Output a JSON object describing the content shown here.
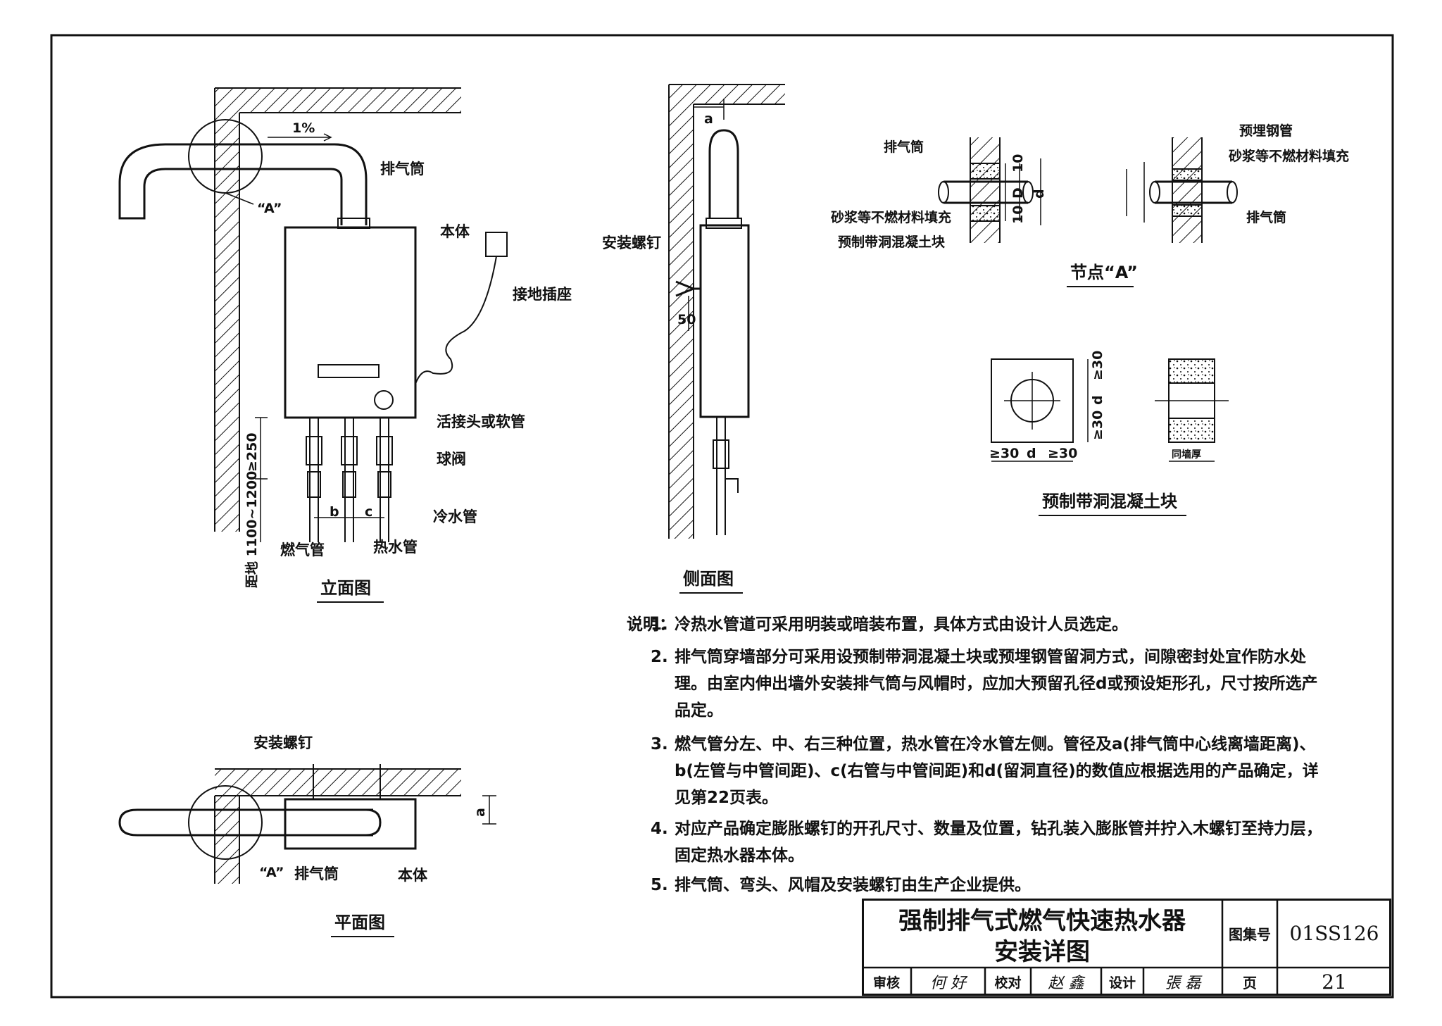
{
  "elevation": {
    "label_exhaust": "排气筒",
    "label_body": "本体",
    "label_socket": "接地插座",
    "label_union": "活接头或软管",
    "label_valve": "球阀",
    "label_cold": "冷水管",
    "label_hot": "热水管",
    "label_gas": "燃气管",
    "label_slope": "1%",
    "label_node": "“A”",
    "dim_height": "≥250",
    "dim_floor": "距地 1100~1200",
    "dim_b": "b",
    "dim_c": "c",
    "caption": "立面图"
  },
  "side": {
    "label_screw": "安装螺钉",
    "dim_a": "a",
    "dim_50": "50",
    "caption": "侧面图"
  },
  "node": {
    "label_exhaust": "排气筒",
    "label_fill": "砂浆等不燃材料填充",
    "label_block": "预制带洞混凝土块",
    "label_steel": "预埋钢管",
    "label_fill2": "砂浆等不燃材料填充",
    "label_exhaust2": "排气筒",
    "dim_10a": "10",
    "dim_10b": "10",
    "dim_D": "D",
    "dim_d": "d",
    "caption": "节点“A”"
  },
  "block": {
    "dim_30a": "≥30",
    "dim_30b": "≥30",
    "dim_30c": "≥30",
    "dim_30d": "≥30",
    "dim_d": "d",
    "dim_d2": "d",
    "dim_wall": "同墙厚",
    "caption": "预制带洞混凝土块"
  },
  "plan": {
    "label_screw": "安装螺钉",
    "label_node": "“A”",
    "label_exhaust": "排气筒",
    "label_body": "本体",
    "dim_a": "a",
    "caption": "平面图"
  },
  "notes": {
    "head": "说明：",
    "items": [
      {
        "num": "1.",
        "text": "冷热水管道可采用明装或暗装布置，具体方式由设计人员选定。"
      },
      {
        "num": "2.",
        "text": "排气筒穿墙部分可采用设预制带洞混凝土块或预埋钢管留洞方式，间隙密封处宜作防水处理。由室内伸出墙外安装排气筒与风帽时，应加大预留孔径d或预设矩形孔，尺寸按所选产品定。"
      },
      {
        "num": "3.",
        "text": "燃气管分左、中、右三种位置，热水管在冷水管左侧。管径及a(排气筒中心线离墙距离)、b(左管与中管间距)、c(右管与中管间距)和d(留洞直径)的数值应根据选用的产品确定，详见第22页表。"
      },
      {
        "num": "4.",
        "text": "对应产品确定膨胀螺钉的开孔尺寸、数量及位置，钻孔装入膨胀管并拧入木螺钉至持力层，固定热水器本体。"
      },
      {
        "num": "5.",
        "text": "排气筒、弯头、风帽及安装螺钉由生产企业提供。"
      }
    ]
  },
  "title_block": {
    "title_line1": "强制排气式燃气快速热水器",
    "title_line2": "安装详图",
    "atlas_label": "图集号",
    "atlas_no": "01SS126",
    "review_label": "审核",
    "review_sig": "何 好",
    "check_label": "校对",
    "check_sig": "赵 鑫",
    "design_label": "设计",
    "design_sig": "張 磊",
    "page_label": "页",
    "page_no": "21"
  }
}
